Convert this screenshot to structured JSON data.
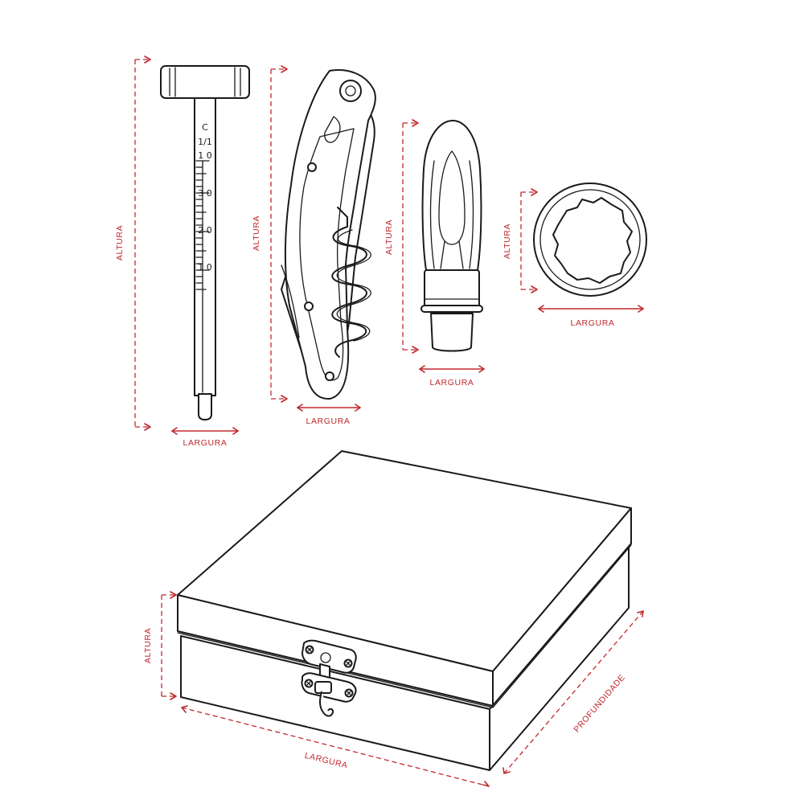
{
  "colors": {
    "dimension": "#c0282d",
    "outline": "#1a1a1a",
    "background": "#ffffff"
  },
  "labels": {
    "altura": "ALTURA",
    "largura": "LARGURA",
    "profundidade": "PROFUNDIDADE"
  },
  "thermometer": {
    "unit": "C",
    "fraction": "1/1",
    "scale": [
      "1 0",
      "3 0",
      "2 0",
      "1 0"
    ]
  },
  "items": [
    {
      "name": "thermometer",
      "dimensions": [
        "ALTURA",
        "LARGURA"
      ]
    },
    {
      "name": "corkscrew",
      "dimensions": [
        "ALTURA",
        "LARGURA"
      ]
    },
    {
      "name": "pourer-stopper",
      "dimensions": [
        "ALTURA",
        "LARGURA"
      ]
    },
    {
      "name": "drip-ring",
      "dimensions": [
        "ALTURA",
        "LARGURA"
      ]
    },
    {
      "name": "wooden-box",
      "dimensions": [
        "ALTURA",
        "LARGURA",
        "PROFUNDIDADE"
      ]
    }
  ]
}
